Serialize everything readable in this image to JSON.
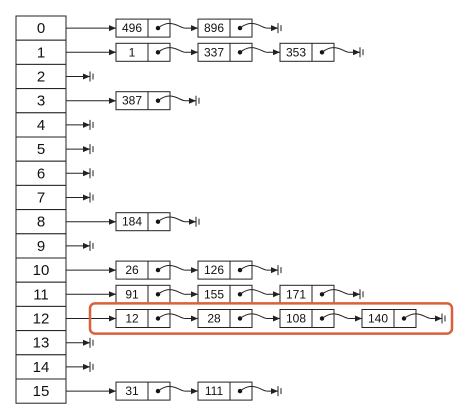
{
  "colors": {
    "highlight": "#d9603b",
    "ink": "#222222"
  },
  "highlighted_bucket": 12,
  "buckets": [
    {
      "index": "0",
      "nodes": [
        "496",
        "896"
      ]
    },
    {
      "index": "1",
      "nodes": [
        "1",
        "337",
        "353"
      ]
    },
    {
      "index": "2",
      "nodes": []
    },
    {
      "index": "3",
      "nodes": [
        "387"
      ]
    },
    {
      "index": "4",
      "nodes": []
    },
    {
      "index": "5",
      "nodes": []
    },
    {
      "index": "6",
      "nodes": []
    },
    {
      "index": "7",
      "nodes": []
    },
    {
      "index": "8",
      "nodes": [
        "184"
      ]
    },
    {
      "index": "9",
      "nodes": []
    },
    {
      "index": "10",
      "nodes": [
        "26",
        "126"
      ]
    },
    {
      "index": "11",
      "nodes": [
        "91",
        "155",
        "171"
      ]
    },
    {
      "index": "12",
      "nodes": [
        "12",
        "28",
        "108",
        "140"
      ]
    },
    {
      "index": "13",
      "nodes": []
    },
    {
      "index": "14",
      "nodes": []
    },
    {
      "index": "15",
      "nodes": [
        "31",
        "111"
      ]
    }
  ]
}
